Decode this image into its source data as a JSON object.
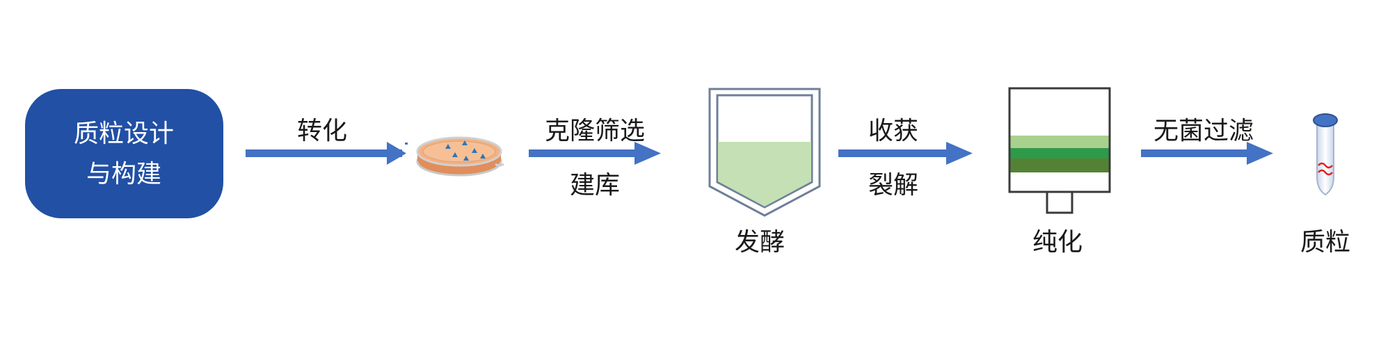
{
  "steps": {
    "design": {
      "line1": "质粒设计",
      "line2": "与构建"
    },
    "transform": {
      "label": "转化"
    },
    "screen": {
      "line1": "克隆筛选",
      "line2": "建库"
    },
    "ferment": {
      "label": "发酵"
    },
    "harvest": {
      "line1": "收获",
      "line2": "裂解"
    },
    "purify": {
      "label": "纯化"
    },
    "filter": {
      "label": "无菌过滤"
    },
    "plasmid": {
      "label": "质粒"
    }
  },
  "colors": {
    "box_blue": "#2150a5",
    "arrow_blue": "#4472c4",
    "dish_orange": "#f4b183",
    "colony_teal": "#2e75b6",
    "broth_green": "#c5e0b4",
    "band_light": "#a9d18e",
    "band_mid": "#2e9a4a",
    "band_dark": "#548235",
    "tube_cap": "#4472c4",
    "dna_red": "#e02020"
  },
  "icons": {
    "dish": "petri-dish-icon",
    "fermenter": "fermenter-icon",
    "column": "chromatography-column-icon",
    "tube": "plasmid-tube-icon"
  }
}
